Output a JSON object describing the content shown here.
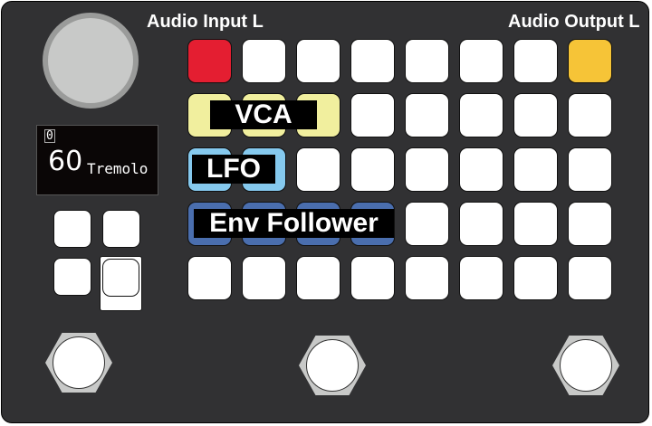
{
  "labels": {
    "input": "Audio Input L",
    "output": "Audio Output L"
  },
  "display": {
    "index": "0",
    "value": "60",
    "name": "Tremolo"
  },
  "modules": [
    {
      "name": "VCA",
      "color": "#f1ef9e"
    },
    {
      "name": "LFO",
      "color": "#85c9ee"
    },
    {
      "name": "Env Follower",
      "color": "#4a6eae"
    }
  ],
  "colors": {
    "input_pad": "#e41e31",
    "output_pad": "#f6c437"
  }
}
